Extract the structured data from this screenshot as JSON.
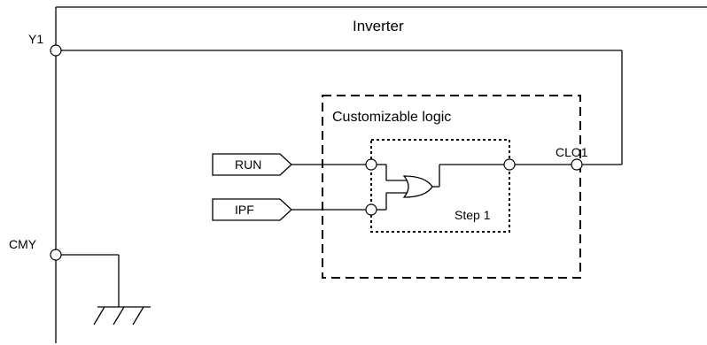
{
  "diagram": {
    "inverter_label": "Inverter",
    "terminals": {
      "y1": "Y1",
      "cmy": "CMY",
      "clo1": "CLO1"
    },
    "logic_block_label": "Customizable logic",
    "step_label": "Step 1",
    "inputs": {
      "run": "RUN",
      "ipf": "IPF"
    }
  }
}
